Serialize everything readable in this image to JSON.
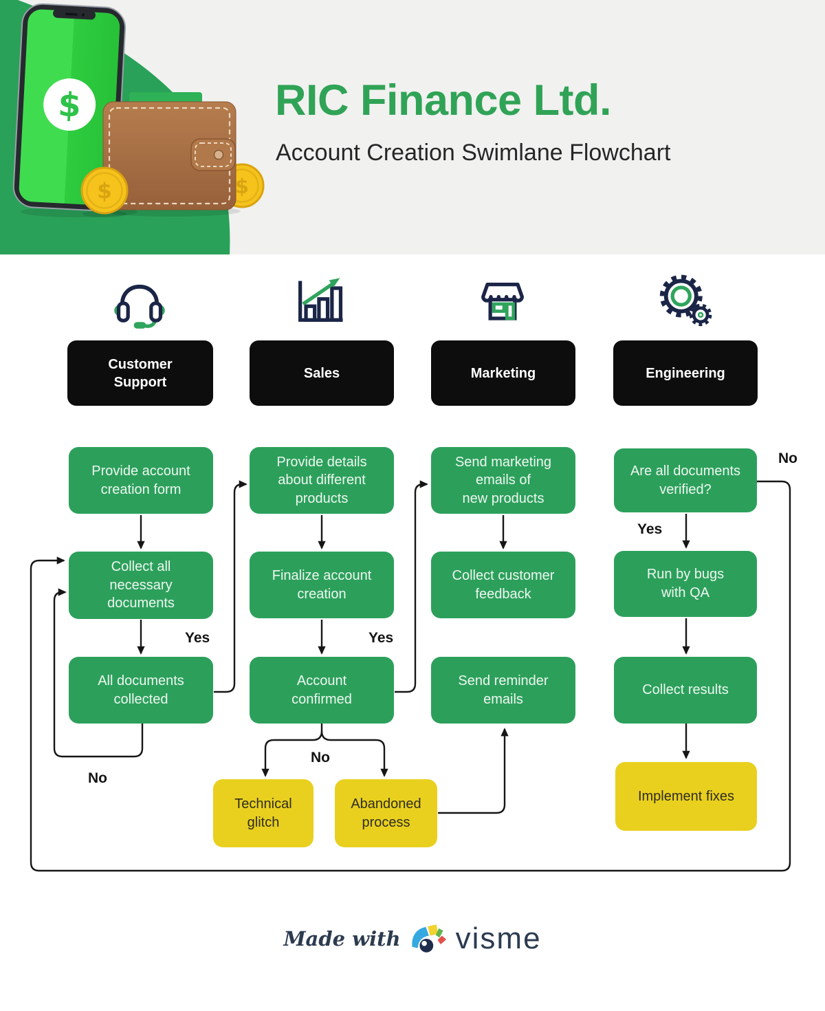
{
  "header": {
    "title": "RIC Finance Ltd.",
    "subtitle": "Account Creation Swimlane Flowchart"
  },
  "hero_illustration": {
    "currency_symbol": "$"
  },
  "lanes": [
    {
      "label": "Customer\nSupport",
      "icon": "headset-icon"
    },
    {
      "label": "Sales",
      "icon": "bar-chart-icon"
    },
    {
      "label": "Marketing",
      "icon": "storefront-icon"
    },
    {
      "label": "Engineering",
      "icon": "gears-icon"
    }
  ],
  "nodes": {
    "cs1": "Provide account creation form",
    "cs2": "Collect all\nnecessary\ndocuments",
    "cs3": "All documents collected",
    "s1": "Provide details about different products",
    "s2": "Finalize account creation",
    "s3": "Account\nconfirmed",
    "m1": "Send marketing\nemails of\nnew products",
    "m2": "Collect customer feedback",
    "m3": "Send reminder\nemails",
    "e1": "Are all documents verified?",
    "e2": "Run by bugs\nwith QA",
    "e3": "Collect results",
    "t1": "Technical glitch",
    "t2": "Abandoned process",
    "t3": "Implement fixes"
  },
  "flow": {
    "yes": "Yes",
    "no": "No"
  },
  "footer": {
    "made_with": "Made with",
    "brand": "visme"
  },
  "colors": {
    "process_green": "#2ca05b",
    "outcome_yellow": "#e9d01f",
    "lane_black": "#0d0d0d",
    "icon_navy": "#1b2547",
    "icon_green": "#2fa45c",
    "title_green": "#30a356",
    "connector": "#161616",
    "hero_background": "#f1f1f0"
  }
}
